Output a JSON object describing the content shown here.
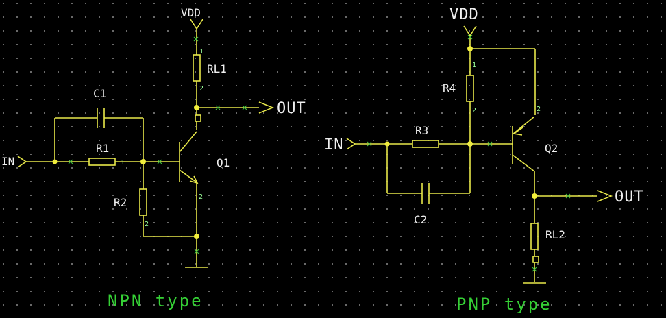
{
  "npn": {
    "supply": "VDD",
    "input": "IN",
    "output": "OUT",
    "capacitor": "C1",
    "feedback_resistor": "R1",
    "bias_resistor": "R2",
    "load_resistor": "RL1",
    "transistor": "Q1",
    "caption": "NPN type"
  },
  "pnp": {
    "supply": "VDD",
    "input": "IN",
    "output": "OUT",
    "capacitor": "C2",
    "series_resistor": "R3",
    "bias_resistor": "R4",
    "load_resistor": "RL2",
    "transistor": "Q2",
    "caption": "PNP type"
  },
  "pin_marks": {
    "one": "1",
    "two": "2"
  },
  "colors": {
    "background": "#000000",
    "wire": "#e8e84a",
    "label": "#f0f0f0",
    "caption": "#35d035",
    "grid": "#8a8a8a"
  }
}
